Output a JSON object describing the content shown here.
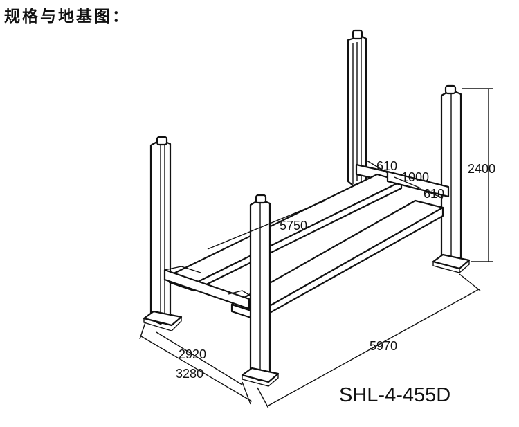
{
  "title": "规格与地基图：",
  "model": "SHL-4-455D",
  "dimensions": {
    "column_height": "2400",
    "runway_length": "5750",
    "overall_length": "5970",
    "inner_width": "2920",
    "outer_width": "3280",
    "runway_width_a": "610",
    "runway_gap": "1000",
    "runway_width_b": "610"
  }
}
